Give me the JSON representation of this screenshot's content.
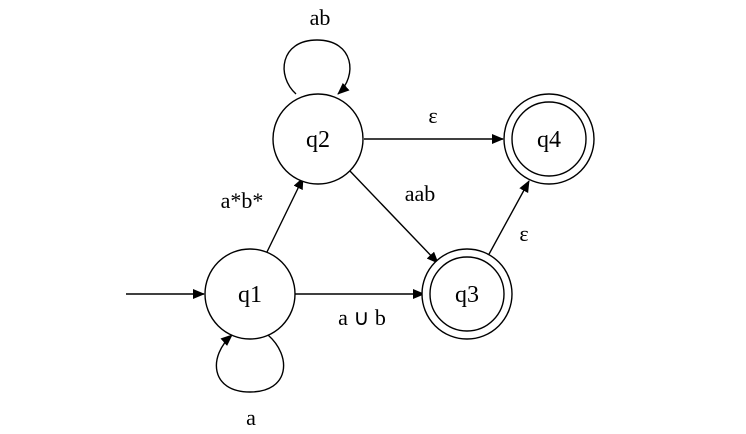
{
  "diagram": {
    "type": "finite-automaton",
    "start_state": "q1",
    "states": [
      {
        "id": "q1",
        "label": "q1",
        "accepting": false
      },
      {
        "id": "q2",
        "label": "q2",
        "accepting": false
      },
      {
        "id": "q3",
        "label": "q3",
        "accepting": true
      },
      {
        "id": "q4",
        "label": "q4",
        "accepting": true
      }
    ],
    "transitions": [
      {
        "from": "q1",
        "to": "q1",
        "label": "a"
      },
      {
        "from": "q1",
        "to": "q2",
        "label": "a*b*"
      },
      {
        "from": "q1",
        "to": "q3",
        "label": "a ∪ b"
      },
      {
        "from": "q2",
        "to": "q2",
        "label": "ab"
      },
      {
        "from": "q2",
        "to": "q3",
        "label": "aab"
      },
      {
        "from": "q2",
        "to": "q4",
        "label": "ε"
      },
      {
        "from": "q3",
        "to": "q4",
        "label": "ε"
      }
    ]
  }
}
